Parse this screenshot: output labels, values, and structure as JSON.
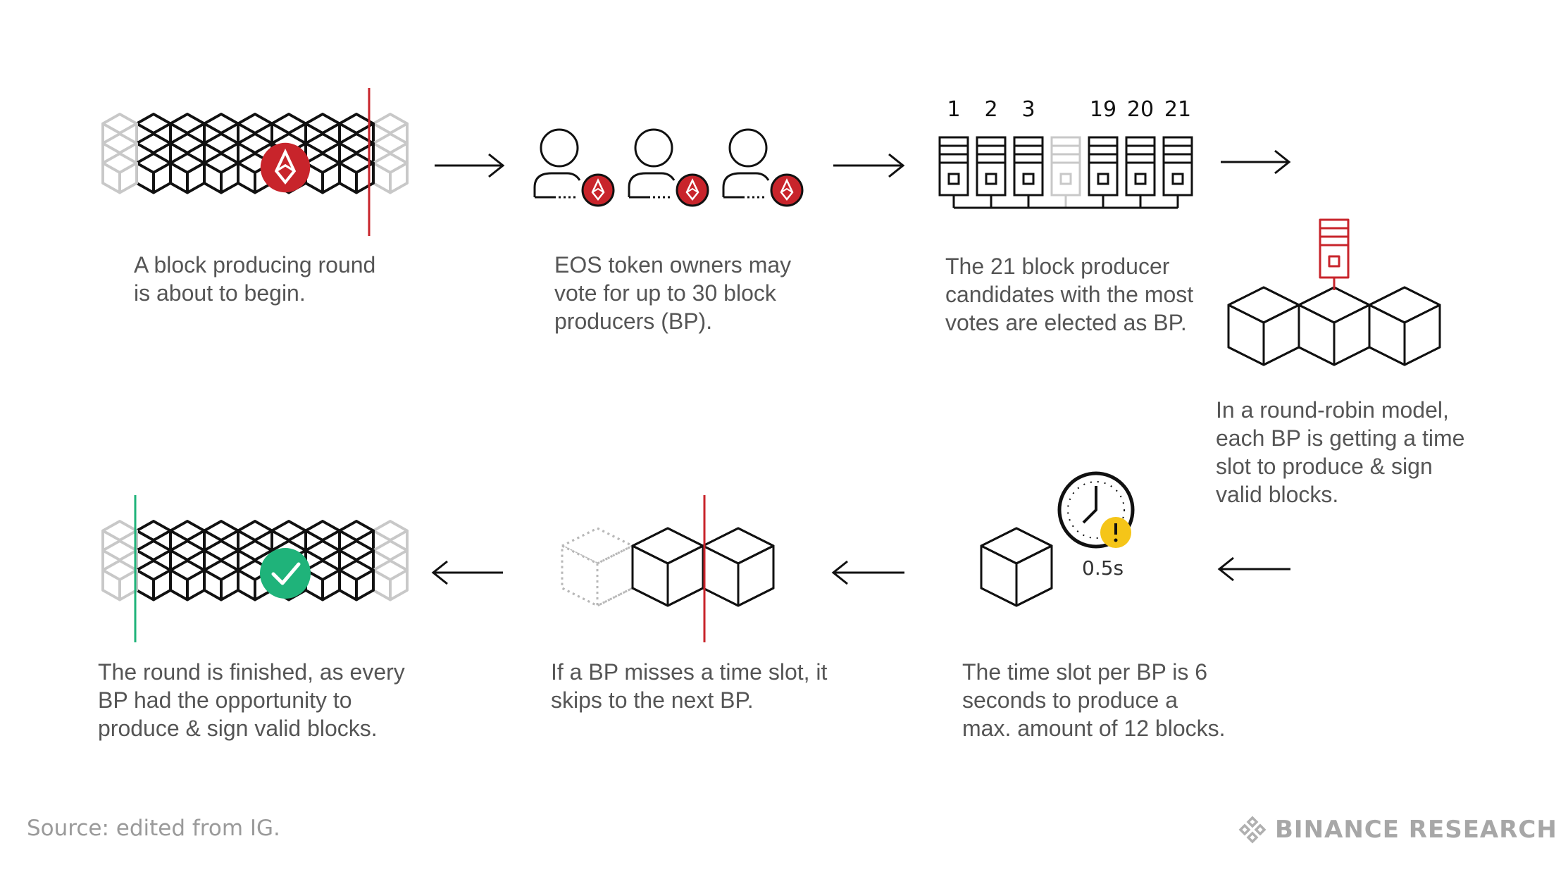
{
  "steps": [
    {
      "caption": "A block producing round\nis about to begin."
    },
    {
      "caption": "EOS token owners may\nvote for up to 30 block\nproducers (BP)."
    },
    {
      "caption": "The 21 block producer\ncandidates with the most\nvotes are elected as BP."
    },
    {
      "caption": "In a round-robin model,\neach BP is getting a time\nslot to produce & sign\nvalid blocks."
    },
    {
      "caption": "The time slot per BP is 6\nseconds to produce a\nmax. amount of 12 blocks."
    },
    {
      "caption": "If a BP misses a time slot, it\nskips to the next BP."
    },
    {
      "caption": "The round is finished, as every\nBP had the opportunity to\nproduce & sign valid blocks."
    }
  ],
  "server_numbers": [
    "1",
    "2",
    "3",
    "19",
    "20",
    "21"
  ],
  "timer_label": "0.5s",
  "footer": {
    "source": "Source: edited from IG.",
    "brand": "BINANCE RESEARCH"
  },
  "colors": {
    "eos_red": "#c8242b",
    "check_green": "#1fb37a",
    "warning_yellow": "#f5c518",
    "ink": "#111111",
    "faded": "#c8c8c8"
  },
  "icons": [
    "eos-logo-icon",
    "check-icon",
    "clock-icon",
    "warning-icon",
    "user-icon",
    "server-icon",
    "cube-icon",
    "arrow-right-icon",
    "arrow-left-icon",
    "binance-logo-icon"
  ]
}
